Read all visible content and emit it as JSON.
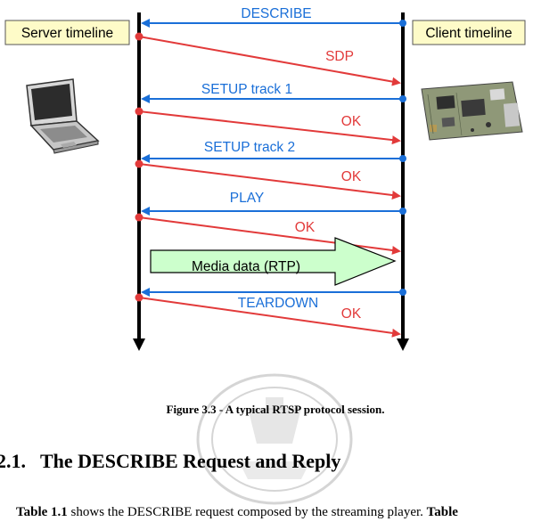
{
  "diagram": {
    "server_label": "Server timeline",
    "client_label": "Client timeline",
    "messages": {
      "describe": "DESCRIBE",
      "sdp": "SDP",
      "setup_track_1": "SETUP track 1",
      "ok_1": "OK",
      "setup_track_2": "SETUP track 2",
      "ok_2": "OK",
      "play": "PLAY",
      "ok_3": "OK",
      "media_data": "Media data (RTP)",
      "teardown": "TEARDOWN",
      "ok_4": "OK"
    },
    "colors": {
      "request": "#1a6fd8",
      "response": "#e23a3a",
      "label_box": "#fefbc8",
      "media_arrow": "#ccffcc",
      "timeline": "#000000"
    },
    "icons": [
      "laptop-icon",
      "circuit-board-icon"
    ]
  },
  "caption": "Figure 3.3 - A typical RTSP protocol session.",
  "section": {
    "number": "2.1.",
    "title": "The DESCRIBE Request and Reply"
  },
  "paragraph": {
    "ref": "Table 1.1",
    "text": " shows the DESCRIBE request composed by the streaming player. ",
    "ref_trailing": "Table"
  },
  "watermark": {
    "icon": "university-seal-icon"
  }
}
